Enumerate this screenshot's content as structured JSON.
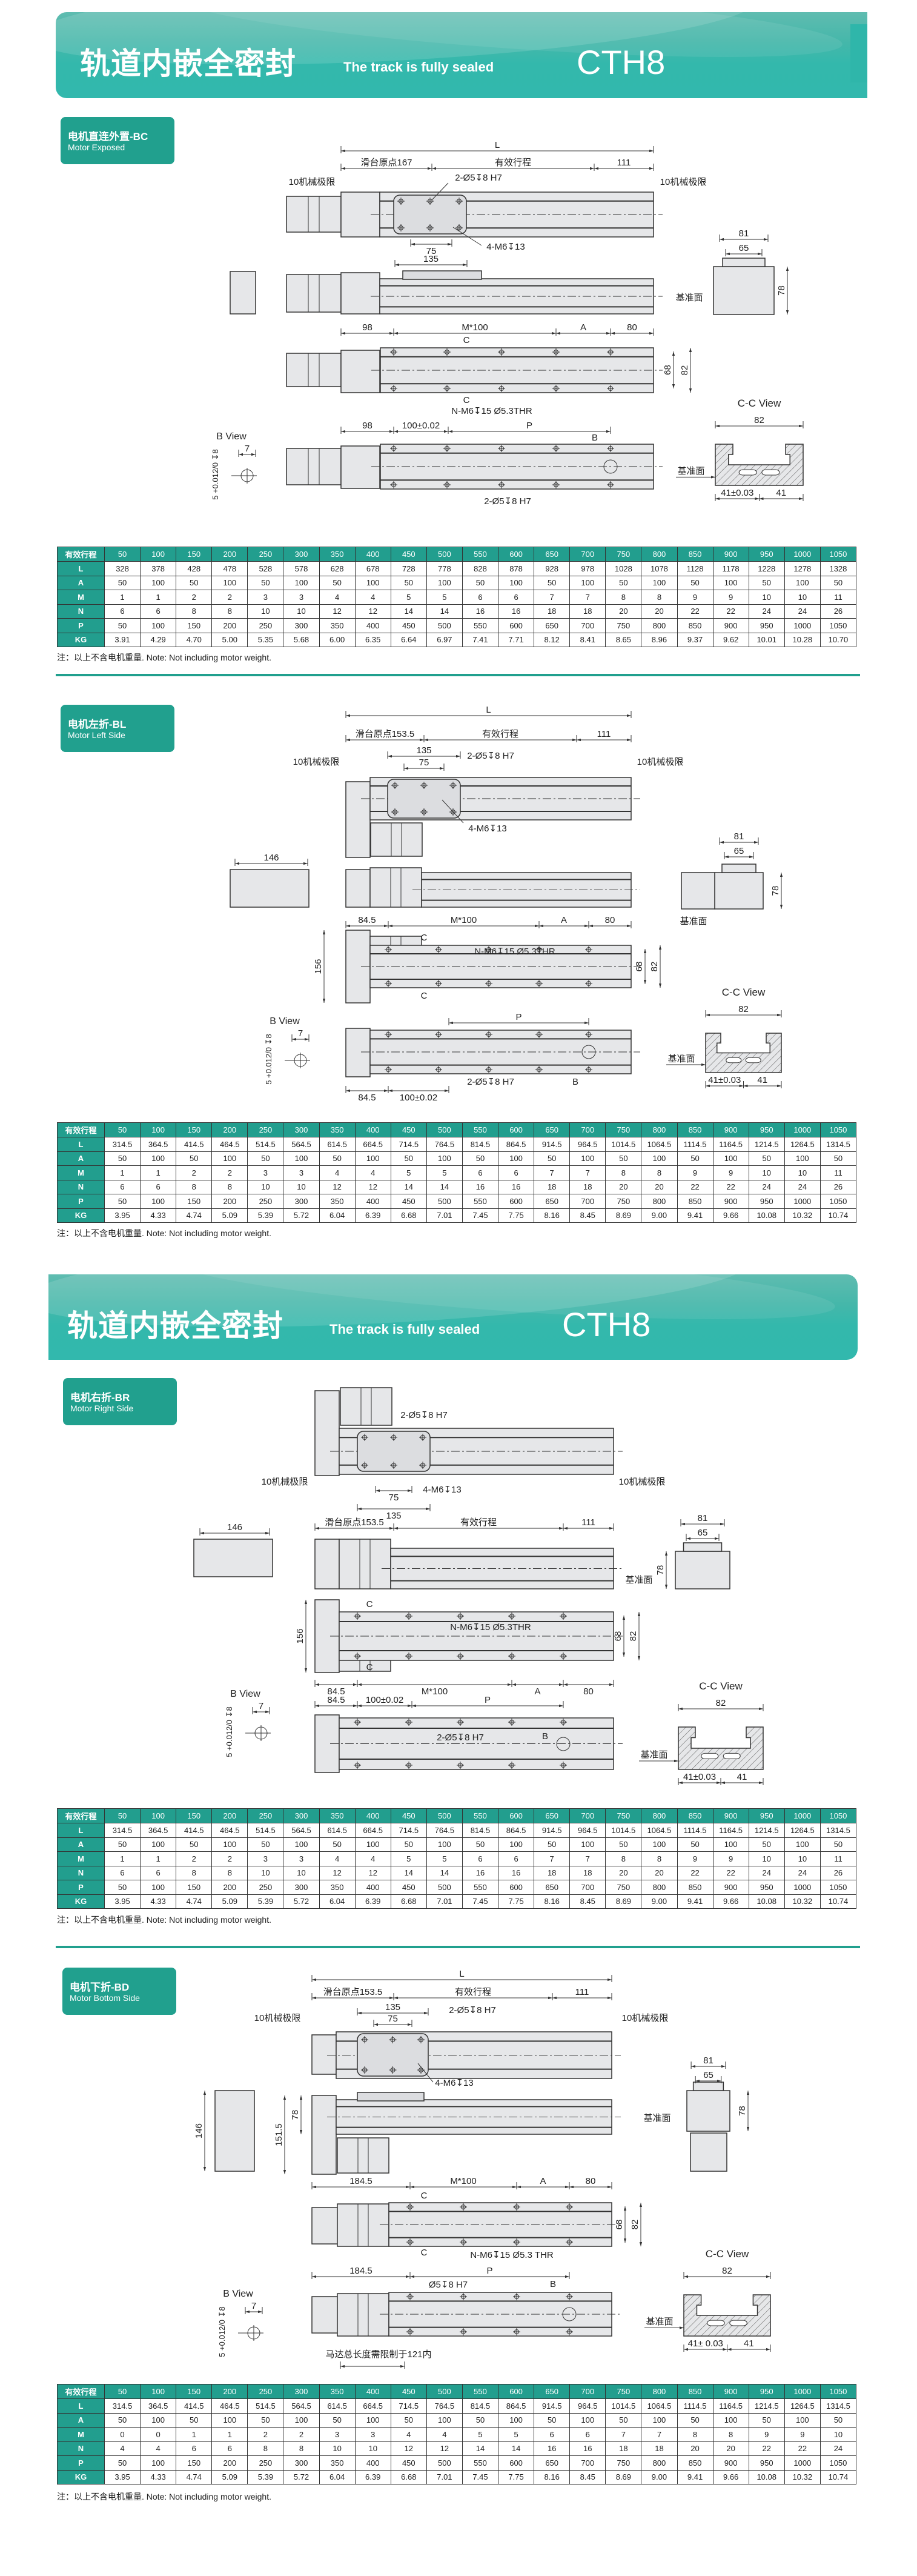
{
  "colors": {
    "accent": "#21a08e",
    "banner": "#33b8ac",
    "line": "#333333",
    "part_fill": "#e6e7e9"
  },
  "banners": [
    {
      "title_cn": "轨道内嵌全密封",
      "title_en": "The track is fully sealed",
      "model": "CTH8"
    },
    {
      "title_cn": "轨道内嵌全密封",
      "title_en": "The track is fully sealed",
      "model": "CTH8"
    }
  ],
  "sections": [
    {
      "code_cn": "电机直连外置-BC",
      "name_en": "Motor Exposed",
      "dims": {
        "L": "L",
        "origin": "滑台原点167",
        "stroke": "有效行程",
        "end": "111",
        "limit": "10机械极限",
        "pin": "2-Ø5↧8 H7",
        "tap": "4-M6↧13",
        "w75": "75",
        "w135": "135",
        "ref": "基准面",
        "e81": "81",
        "e65": "65",
        "e78": "78",
        "d_left": "98",
        "m100": "M*100",
        "a": "A",
        "d80": "80",
        "c": "C",
        "thr": "N-M6↧15 Ø5.3THR",
        "h68": "68",
        "h82": "82",
        "pitch": "100±0.02",
        "p": "P",
        "b": "B",
        "pin2": "2-Ø5↧8 H7",
        "bview": "B View",
        "b7": "7",
        "bhole": "5 +0.012/0 ↧8",
        "ccview": "C-C View",
        "cc82": "82",
        "cc41a": "41±0.03",
        "cc41b": "41"
      }
    },
    {
      "code_cn": "电机左折-BL",
      "name_en": "Motor Left Side",
      "dims": {
        "L": "L",
        "origin": "滑台原点153.5",
        "stroke": "有效行程",
        "end": "111",
        "limit": "10机械极限",
        "pin": "2-Ø5↧8 H7",
        "tap": "4-M6↧13",
        "w75": "75",
        "w135": "135",
        "w146": "146",
        "h156": "156",
        "ref": "基准面",
        "e81": "81",
        "e65": "65",
        "e78": "78",
        "d_left": "84.5",
        "m100": "M*100",
        "a": "A",
        "d80": "80",
        "c": "C",
        "thr": "N-M6↧15 Ø5.3THR",
        "h68": "68",
        "h82": "82",
        "pitch": "100±0.02",
        "p": "P",
        "b": "B",
        "pin2": "2-Ø5↧8 H7",
        "bview": "B View",
        "b7": "7",
        "bhole": "5 +0.012/0 ↧8",
        "ccview": "C-C View",
        "cc82": "82",
        "cc41a": "41±0.03",
        "cc41b": "41"
      }
    },
    {
      "code_cn": "电机右折-BR",
      "name_en": "Motor Right Side",
      "dims": {
        "origin": "滑台原点153.5",
        "stroke": "有效行程",
        "end": "111",
        "limit": "10机械极限",
        "pin": "2-Ø5↧8 H7",
        "tap": "4-M6↧13",
        "w75": "75",
        "w135": "135",
        "w146": "146",
        "h156": "156",
        "ref": "基准面",
        "e81": "81",
        "e65": "65",
        "e78": "78",
        "d_left": "84.5",
        "m100": "M*100",
        "a": "A",
        "d80": "80",
        "c": "C",
        "thr": "N-M6↧15 Ø5.3THR",
        "h68": "68",
        "h82": "82",
        "pitch": "100±0.02",
        "p": "P",
        "b": "B",
        "pin2": "2-Ø5↧8 H7",
        "bview": "B View",
        "b7": "7",
        "bhole": "5 +0.012/0 ↧8",
        "ccview": "C-C View",
        "cc82": "82",
        "cc41a": "41±0.03",
        "cc41b": "41"
      }
    },
    {
      "code_cn": "电机下折-BD",
      "name_en": "Motor Bottom Side",
      "dims": {
        "L": "L",
        "origin": "滑台原点153.5",
        "stroke": "有效行程",
        "end": "111",
        "limit": "10机械极限",
        "pin": "2-Ø5↧8 H7",
        "tap": "4-M6↧13",
        "w75": "75",
        "w135": "135",
        "h146": "146",
        "h151": "151.5",
        "h78": "78",
        "ref": "基准面",
        "e81": "81",
        "e65": "65",
        "e78": "78",
        "d_left": "184.5",
        "m100": "M*100",
        "a": "A",
        "d80": "80",
        "c": "C",
        "thr": "N-M6↧15 Ø5.3 THR",
        "h68": "68",
        "h82": "82",
        "p": "P",
        "b": "B",
        "pin2": "Ø5↧8 H7",
        "note": "马达总长度需限制于121内",
        "bview": "B View",
        "b7": "7",
        "bhole": "5 +0.012/0 ↧8",
        "ccview": "C-C View",
        "cc82": "82",
        "cc41a": "41± 0.03",
        "cc41b": "41"
      }
    }
  ],
  "tables": [
    {
      "header_label": "有效行程",
      "strokes": [
        "50",
        "100",
        "150",
        "200",
        "250",
        "300",
        "350",
        "400",
        "450",
        "500",
        "550",
        "600",
        "650",
        "700",
        "750",
        "800",
        "850",
        "900",
        "950",
        "1000",
        "1050"
      ],
      "rows": [
        {
          "label": "L",
          "values": [
            "328",
            "378",
            "428",
            "478",
            "528",
            "578",
            "628",
            "678",
            "728",
            "778",
            "828",
            "878",
            "928",
            "978",
            "1028",
            "1078",
            "1128",
            "1178",
            "1228",
            "1278",
            "1328"
          ]
        },
        {
          "label": "A",
          "values": [
            "50",
            "100",
            "50",
            "100",
            "50",
            "100",
            "50",
            "100",
            "50",
            "100",
            "50",
            "100",
            "50",
            "100",
            "50",
            "100",
            "50",
            "100",
            "50",
            "100",
            "50"
          ]
        },
        {
          "label": "M",
          "values": [
            "1",
            "1",
            "2",
            "2",
            "3",
            "3",
            "4",
            "4",
            "5",
            "5",
            "6",
            "6",
            "7",
            "7",
            "8",
            "8",
            "9",
            "9",
            "10",
            "10",
            "11"
          ]
        },
        {
          "label": "N",
          "values": [
            "6",
            "6",
            "8",
            "8",
            "10",
            "10",
            "12",
            "12",
            "14",
            "14",
            "16",
            "16",
            "18",
            "18",
            "20",
            "20",
            "22",
            "22",
            "24",
            "24",
            "26"
          ]
        },
        {
          "label": "P",
          "values": [
            "50",
            "100",
            "150",
            "200",
            "250",
            "300",
            "350",
            "400",
            "450",
            "500",
            "550",
            "600",
            "650",
            "700",
            "750",
            "800",
            "850",
            "900",
            "950",
            "1000",
            "1050"
          ]
        },
        {
          "label": "KG",
          "values": [
            "3.91",
            "4.29",
            "4.70",
            "5.00",
            "5.35",
            "5.68",
            "6.00",
            "6.35",
            "6.64",
            "6.97",
            "7.41",
            "7.71",
            "8.12",
            "8.41",
            "8.65",
            "8.96",
            "9.37",
            "9.62",
            "10.01",
            "10.28",
            "10.70"
          ]
        }
      ],
      "note": "注：以上不含电机重量. Note: Not including motor weight."
    },
    {
      "header_label": "有效行程",
      "strokes": [
        "50",
        "100",
        "150",
        "200",
        "250",
        "300",
        "350",
        "400",
        "450",
        "500",
        "550",
        "600",
        "650",
        "700",
        "750",
        "800",
        "850",
        "900",
        "950",
        "1000",
        "1050"
      ],
      "rows": [
        {
          "label": "L",
          "values": [
            "314.5",
            "364.5",
            "414.5",
            "464.5",
            "514.5",
            "564.5",
            "614.5",
            "664.5",
            "714.5",
            "764.5",
            "814.5",
            "864.5",
            "914.5",
            "964.5",
            "1014.5",
            "1064.5",
            "1114.5",
            "1164.5",
            "1214.5",
            "1264.5",
            "1314.5"
          ]
        },
        {
          "label": "A",
          "values": [
            "50",
            "100",
            "50",
            "100",
            "50",
            "100",
            "50",
            "100",
            "50",
            "100",
            "50",
            "100",
            "50",
            "100",
            "50",
            "100",
            "50",
            "100",
            "50",
            "100",
            "50"
          ]
        },
        {
          "label": "M",
          "values": [
            "1",
            "1",
            "2",
            "2",
            "3",
            "3",
            "4",
            "4",
            "5",
            "5",
            "6",
            "6",
            "7",
            "7",
            "8",
            "8",
            "9",
            "9",
            "10",
            "10",
            "11"
          ]
        },
        {
          "label": "N",
          "values": [
            "6",
            "6",
            "8",
            "8",
            "10",
            "10",
            "12",
            "12",
            "14",
            "14",
            "16",
            "16",
            "18",
            "18",
            "20",
            "20",
            "22",
            "22",
            "24",
            "24",
            "26"
          ]
        },
        {
          "label": "P",
          "values": [
            "50",
            "100",
            "150",
            "200",
            "250",
            "300",
            "350",
            "400",
            "450",
            "500",
            "550",
            "600",
            "650",
            "700",
            "750",
            "800",
            "850",
            "900",
            "950",
            "1000",
            "1050"
          ]
        },
        {
          "label": "KG",
          "values": [
            "3.95",
            "4.33",
            "4.74",
            "5.09",
            "5.39",
            "5.72",
            "6.04",
            "6.39",
            "6.68",
            "7.01",
            "7.45",
            "7.75",
            "8.16",
            "8.45",
            "8.69",
            "9.00",
            "9.41",
            "9.66",
            "10.08",
            "10.32",
            "10.74"
          ]
        }
      ],
      "note": "注：以上不含电机重量. Note: Not including motor weight."
    },
    {
      "header_label": "有效行程",
      "strokes": [
        "50",
        "100",
        "150",
        "200",
        "250",
        "300",
        "350",
        "400",
        "450",
        "500",
        "550",
        "600",
        "650",
        "700",
        "750",
        "800",
        "850",
        "900",
        "950",
        "1000",
        "1050"
      ],
      "rows": [
        {
          "label": "L",
          "values": [
            "314.5",
            "364.5",
            "414.5",
            "464.5",
            "514.5",
            "564.5",
            "614.5",
            "664.5",
            "714.5",
            "764.5",
            "814.5",
            "864.5",
            "914.5",
            "964.5",
            "1014.5",
            "1064.5",
            "1114.5",
            "1164.5",
            "1214.5",
            "1264.5",
            "1314.5"
          ]
        },
        {
          "label": "A",
          "values": [
            "50",
            "100",
            "50",
            "100",
            "50",
            "100",
            "50",
            "100",
            "50",
            "100",
            "50",
            "100",
            "50",
            "100",
            "50",
            "100",
            "50",
            "100",
            "50",
            "100",
            "50"
          ]
        },
        {
          "label": "M",
          "values": [
            "1",
            "1",
            "2",
            "2",
            "3",
            "3",
            "4",
            "4",
            "5",
            "5",
            "6",
            "6",
            "7",
            "7",
            "8",
            "8",
            "9",
            "9",
            "10",
            "10",
            "11"
          ]
        },
        {
          "label": "N",
          "values": [
            "6",
            "6",
            "8",
            "8",
            "10",
            "10",
            "12",
            "12",
            "14",
            "14",
            "16",
            "16",
            "18",
            "18",
            "20",
            "20",
            "22",
            "22",
            "24",
            "24",
            "26"
          ]
        },
        {
          "label": "P",
          "values": [
            "50",
            "100",
            "150",
            "200",
            "250",
            "300",
            "350",
            "400",
            "450",
            "500",
            "550",
            "600",
            "650",
            "700",
            "750",
            "800",
            "850",
            "900",
            "950",
            "1000",
            "1050"
          ]
        },
        {
          "label": "KG",
          "values": [
            "3.95",
            "4.33",
            "4.74",
            "5.09",
            "5.39",
            "5.72",
            "6.04",
            "6.39",
            "6.68",
            "7.01",
            "7.45",
            "7.75",
            "8.16",
            "8.45",
            "8.69",
            "9.00",
            "9.41",
            "9.66",
            "10.08",
            "10.32",
            "10.74"
          ]
        }
      ],
      "note": "注：以上不含电机重量. Note: Not including motor weight."
    },
    {
      "header_label": "有效行程",
      "strokes": [
        "50",
        "100",
        "150",
        "200",
        "250",
        "300",
        "350",
        "400",
        "450",
        "500",
        "550",
        "600",
        "650",
        "700",
        "750",
        "800",
        "850",
        "900",
        "950",
        "1000",
        "1050"
      ],
      "rows": [
        {
          "label": "L",
          "values": [
            "314.5",
            "364.5",
            "414.5",
            "464.5",
            "514.5",
            "564.5",
            "614.5",
            "664.5",
            "714.5",
            "764.5",
            "814.5",
            "864.5",
            "914.5",
            "964.5",
            "1014.5",
            "1064.5",
            "1114.5",
            "1164.5",
            "1214.5",
            "1264.5",
            "1314.5"
          ]
        },
        {
          "label": "A",
          "values": [
            "50",
            "100",
            "50",
            "100",
            "50",
            "100",
            "50",
            "100",
            "50",
            "100",
            "50",
            "100",
            "50",
            "100",
            "50",
            "100",
            "50",
            "100",
            "50",
            "100",
            "50"
          ]
        },
        {
          "label": "M",
          "values": [
            "0",
            "0",
            "1",
            "1",
            "2",
            "2",
            "3",
            "3",
            "4",
            "4",
            "5",
            "5",
            "6",
            "6",
            "7",
            "7",
            "8",
            "8",
            "9",
            "9",
            "10"
          ]
        },
        {
          "label": "N",
          "values": [
            "4",
            "4",
            "6",
            "6",
            "8",
            "8",
            "10",
            "10",
            "12",
            "12",
            "14",
            "14",
            "16",
            "16",
            "18",
            "18",
            "20",
            "20",
            "22",
            "22",
            "24"
          ]
        },
        {
          "label": "P",
          "values": [
            "50",
            "100",
            "150",
            "200",
            "250",
            "300",
            "350",
            "400",
            "450",
            "500",
            "550",
            "600",
            "650",
            "700",
            "750",
            "800",
            "850",
            "900",
            "950",
            "1000",
            "1050"
          ]
        },
        {
          "label": "KG",
          "values": [
            "3.95",
            "4.33",
            "4.74",
            "5.09",
            "5.39",
            "5.72",
            "6.04",
            "6.39",
            "6.68",
            "7.01",
            "7.45",
            "7.75",
            "8.16",
            "8.45",
            "8.69",
            "9.00",
            "9.41",
            "9.66",
            "10.08",
            "10.32",
            "10.74"
          ]
        }
      ],
      "note": "注：以上不含电机重量. Note: Not including motor weight."
    }
  ]
}
